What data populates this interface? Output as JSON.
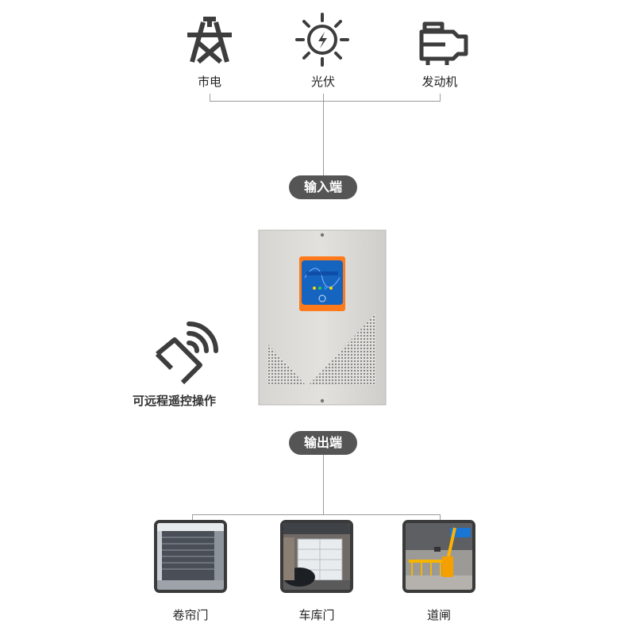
{
  "inputs": {
    "items": [
      {
        "label": "市电",
        "icon": "power-tower-icon"
      },
      {
        "label": "光伏",
        "icon": "solar-sun-icon"
      },
      {
        "label": "发动机",
        "icon": "generator-engine-icon"
      }
    ],
    "badge": "输入端"
  },
  "device": {
    "panel_color": "#ff7a1a",
    "screen_color": "#1565c0",
    "led_colors": [
      "#ffd600",
      "#2ecc40",
      "#1e88e5",
      "#ffd600"
    ]
  },
  "remote": {
    "label": "可远程遥控操作",
    "icon": "remote-control-icon"
  },
  "outputs": {
    "badge": "输出端",
    "items": [
      {
        "label": "卷帘门",
        "icon": "rolling-shutter-photo"
      },
      {
        "label": "车库门",
        "icon": "garage-door-photo"
      },
      {
        "label": "道闸",
        "icon": "barrier-gate-photo"
      }
    ]
  },
  "colors": {
    "line": "#9a9a9a",
    "badge_bg": "#555555",
    "icon": "#3d3d3d"
  }
}
